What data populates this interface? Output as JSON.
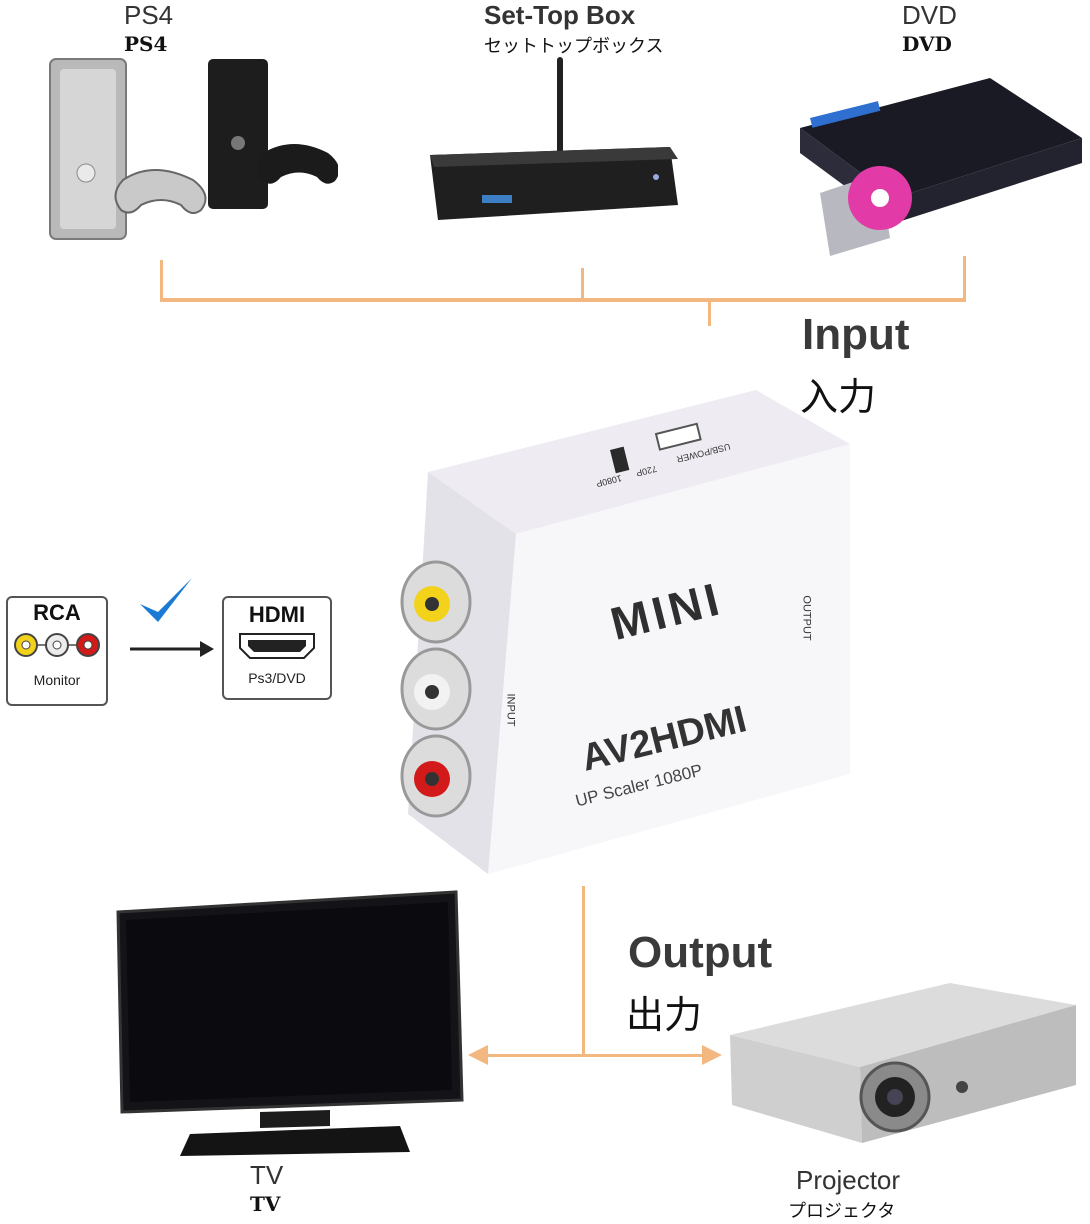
{
  "inputs": [
    {
      "name_en": "PS4",
      "name_jp": "PS4"
    },
    {
      "name_en": "Set-Top Box",
      "name_jp": "セットトップボックス"
    },
    {
      "name_en": "DVD",
      "name_jp": "DVD"
    }
  ],
  "input_label": {
    "en": "Input",
    "jp": "入力"
  },
  "output_label": {
    "en": "Output",
    "jp": "出力"
  },
  "outputs": [
    {
      "name_en": "TV",
      "name_jp": "TV"
    },
    {
      "name_en": "Projector",
      "name_jp": "プロジェクタ"
    }
  ],
  "conversion": {
    "from_title": "RCA",
    "from_sub": "Monitor",
    "to_title": "HDMI",
    "to_sub": "Ps3/DVD"
  },
  "device": {
    "brand": "MINI",
    "model": "AV2HDMI",
    "tagline": "UP Scaler 1080P",
    "port_usb": "USB/POWER",
    "switch_720": "720P",
    "switch_1080": "1080P",
    "side_input": "INPUT",
    "side_output": "OUTPUT"
  },
  "colors": {
    "connector_line": "#f2b87f",
    "check": "#1a7ad6",
    "rca_yellow": "#f3d21c",
    "rca_white": "#e8e8e8",
    "rca_red": "#d21a1a"
  }
}
